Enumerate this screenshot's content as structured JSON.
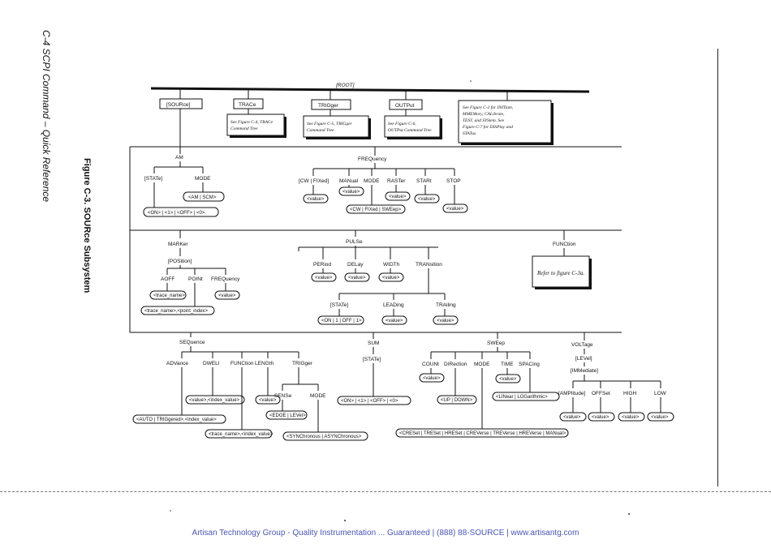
{
  "page": {
    "side_title": "C-4   SCPI Command – Quick Reference",
    "figure_title": "Figure C-3.  SOURce Subsystem",
    "footer": "Artisan Technology Group - Quality Instrumentation ... Guaranteed | (888) 88-SOURCE | www.artisantg.com"
  },
  "root": {
    "label": "[ROOT]",
    "source": "[SOURce]",
    "trace": "TRACe",
    "trigger": "TRIGger",
    "output": "OUTPut",
    "trace_note": [
      "See Figure C-4, TRACe",
      "Command Tree"
    ],
    "trigger_note": [
      "See Figure C-5, TRIGger",
      "Command Tree"
    ],
    "output_note": [
      "See Figure C-6,",
      "OUTPut Command Tree"
    ],
    "other_note": [
      "See Figure C-2 for INITiate,",
      "MMEMory, CALibrate,",
      "TEST, and SYStem.  See",
      "Figure C-7 for DISPlay and",
      "STATus."
    ]
  },
  "am": {
    "label": "AM",
    "state": "[STATe]",
    "mode": "MODE",
    "mode_val": "<AM | SCM>",
    "state_val": "<ON> | <1> | <OFF> | <0>"
  },
  "freq": {
    "label": "FREQuency",
    "cw": "[CW | FIXed]",
    "manual": "MANual",
    "mode": "MODE",
    "raster": "RASTer",
    "start": "STARt",
    "stop": "STOP",
    "value": "<value>",
    "mode_val": "<CW | FIXed | SWEep>"
  },
  "marker": {
    "label": "MARKer",
    "position": "[POSition]",
    "aoff": "AOFF",
    "point": "POINt",
    "frequency": "FREQuency",
    "trace_name": "<trace_name>",
    "trace_point": "<trace_name>,<point_index>",
    "value": "<value>"
  },
  "pulse": {
    "label": "PULSe",
    "period": "PERiod",
    "delay": "DELay",
    "width": "WIDTh",
    "transition": "TRANsition",
    "value": "<value>",
    "state": "[STATe]",
    "leading": "LEADing",
    "trailing": "TRAiling",
    "state_val": "<ON | 1 | OFF | 1>"
  },
  "function": {
    "label": "FUNCtion",
    "note": "Refer to figure C-3a."
  },
  "sequence": {
    "label": "SEQuence",
    "advance": "ADVance",
    "dwell": "DWELl",
    "function": "FUNCtion",
    "length": "LENGth",
    "trigger": "TRIGger",
    "sense": "SENSe",
    "mode": "MODE",
    "vi": "<value>,<index_value>",
    "value": "<value>",
    "edge": "<EDGE | LEVel>",
    "auto": "<AUTO | TRIGgered>,<index_value>",
    "ti": "<trace_name>,<index_value>",
    "sync": "<SYNChronous | ASYNChronous>"
  },
  "sum": {
    "label": "SUM",
    "state": "[STATe]",
    "state_val": "<ON> | <1> | <OFF> | <0>"
  },
  "sweep": {
    "label": "SWEep",
    "count": "COUNt",
    "direction": "DIRection",
    "mode": "MODE",
    "time": "TIME",
    "spacing": "SPACing",
    "value": "<value>",
    "dir_val": "<UP | DOWN>",
    "spacing_val": "<LINear | LOGarithmic>",
    "mode_val": "<CRESet | TRESet | HRESet | CREVerse | TREVerse | HREVerse | MANual>"
  },
  "voltage": {
    "label": "VOLTage",
    "level": "[LEVel]",
    "immediate": "[IMMediate]",
    "amplitude": "[AMPlitude]",
    "offset": "OFFSet",
    "high": "HIGH",
    "low": "LOW",
    "value": "<value>"
  }
}
